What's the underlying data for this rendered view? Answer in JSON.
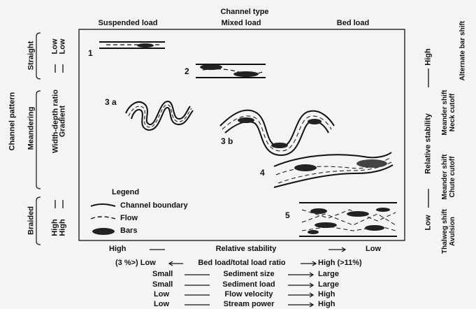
{
  "header": {
    "title": "Channel type",
    "col_suspended": "Suspended load",
    "col_mixed": "Mixed load",
    "col_bed": "Bed load"
  },
  "left_axis": {
    "title": "Channel pattern",
    "straight": "Straight",
    "meandering": "Meandering",
    "braided": "Braided",
    "straight_low_1": "Low",
    "straight_low_2": "Low",
    "meander_ratio": "Width-depth ratio",
    "meander_gradient": "Gradient",
    "braided_high_1": "High",
    "braided_high_2": "High"
  },
  "right_axis": {
    "high": "High",
    "stability": "Relative stability",
    "low": "Low",
    "alt_bar_shift": "Alternate bar shift",
    "meander_shift": "Meander shift",
    "neck_cutoff": "Neck cutoff",
    "meander_shift_2": "Meander shift",
    "chute_cutoff": "Chute cutoff",
    "thalweg_shift": "Thalweg shift",
    "avulsion": "Avulsion"
  },
  "patterns": {
    "n1": "1",
    "n2": "2",
    "n3a": "3 a",
    "n3b": "3 b",
    "n4": "4",
    "n5": "5"
  },
  "legend": {
    "title": "Legend",
    "boundary": "Channel boundary",
    "flow": "Flow",
    "bars": "Bars"
  },
  "bottom": {
    "stability_left": "High",
    "stability_label": "Relative stability",
    "stability_right": "Low",
    "ratio_left": "(3 %>) Low",
    "ratio_label": "Bed load/total load ratio",
    "ratio_right": "High (>11%)",
    "size_left": "Small",
    "size_label": "Sediment size",
    "size_right": "Large",
    "load_left": "Small",
    "load_label": "Sediment load",
    "load_right": "Large",
    "vel_left": "Low",
    "vel_label": "Flow velocity",
    "vel_right": "High",
    "power_left": "Low",
    "power_label": "Stream power",
    "power_right": "High"
  }
}
